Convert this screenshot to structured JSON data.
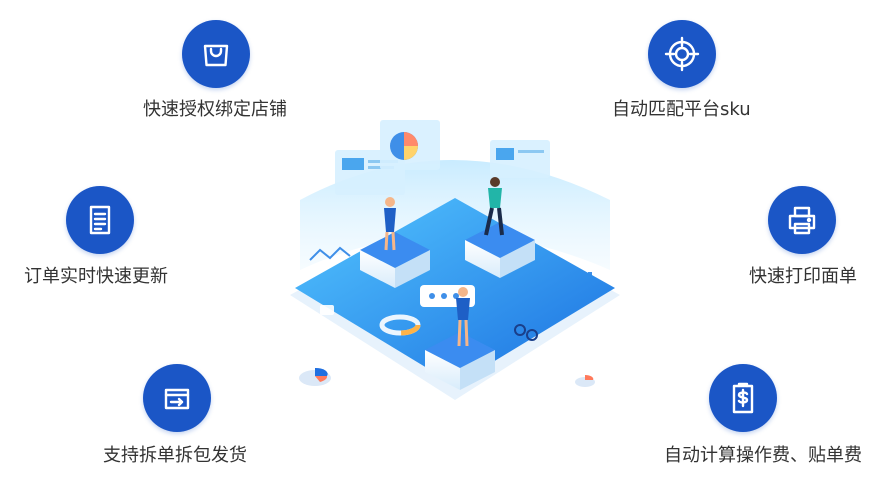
{
  "features": [
    {
      "id": "store-auth",
      "icon": "shopping-bag-icon",
      "label": "快速授权绑定店铺"
    },
    {
      "id": "match-sku",
      "icon": "target-icon",
      "label": "自动匹配平台sku"
    },
    {
      "id": "order-sync",
      "icon": "document-icon",
      "label": "订单实时快速更新"
    },
    {
      "id": "print-sheet",
      "icon": "printer-icon",
      "label": "快速打印面单"
    },
    {
      "id": "split-ship",
      "icon": "box-arrow-icon",
      "label": "支持拆单拆包发货"
    },
    {
      "id": "auto-fee",
      "icon": "dollar-receipt-icon",
      "label": "自动计算操作费、贴单费"
    }
  ],
  "colors": {
    "icon_bg": "#1b56c6",
    "label_text": "#333333",
    "platform_blue": "#1f8ff0",
    "platform_light": "#5ec2fb"
  }
}
